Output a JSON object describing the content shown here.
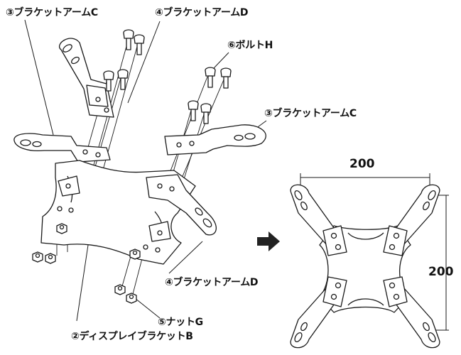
{
  "labels": {
    "bracket_arm_c_top": "③ブラケットアームC",
    "bracket_arm_d_top": "④ブラケットアームD",
    "bolt_h": "⑥ボルトH",
    "bracket_arm_c_right": "③ブラケットアームC",
    "bracket_arm_d_bottom": "④ブラケットアームD",
    "nut_g": "⑤ナットG",
    "display_bracket_b": "②ディスプレイブラケットB"
  },
  "dimensions": {
    "width": "200",
    "height": "200"
  },
  "colors": {
    "line": "#1a1a1a",
    "fill": "#ffffff",
    "arrow": "#222222"
  }
}
